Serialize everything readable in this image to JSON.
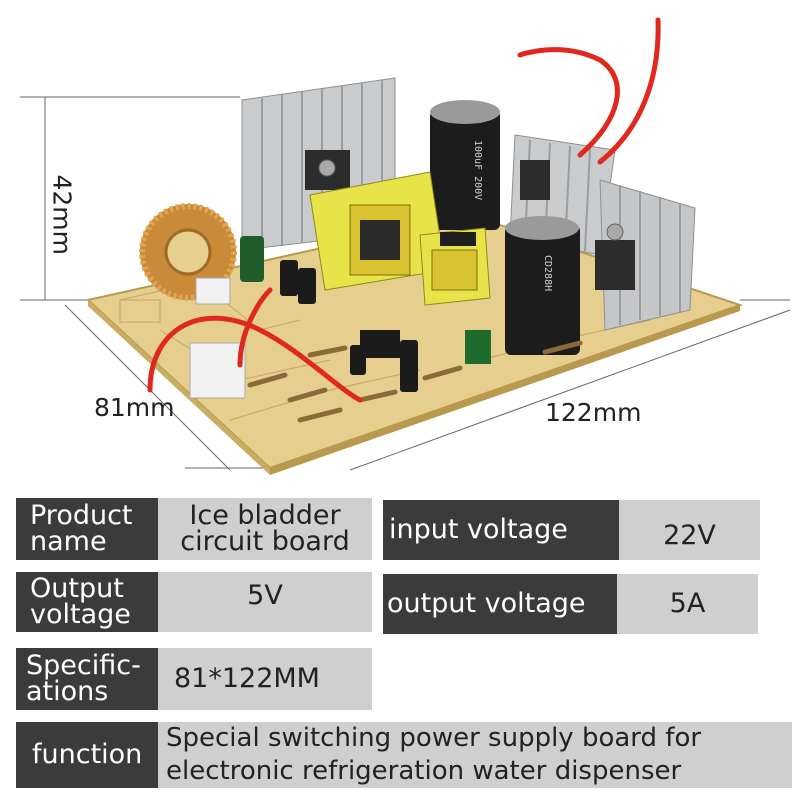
{
  "dimensions": {
    "height": "42mm",
    "depth": "81mm",
    "width": "122mm"
  },
  "specs": {
    "product_name_label": "Product\nname",
    "product_name_value": "Ice bladder\ncircuit board",
    "input_voltage_label": "input voltage",
    "input_voltage_value": "22V",
    "output_voltage_label": "Output\nvoltage",
    "output_voltage_value": "5V",
    "output_voltage2_label": "output voltage",
    "output_voltage2_value": "5A",
    "specifications_label": "Specific-\nations",
    "specifications_value": "81*122MM",
    "function_label": "function",
    "function_value": "Special switching power supply board for\nelectronic refrigeration water dispenser"
  },
  "colors": {
    "label_bg": "#3b3b3b",
    "value_bg": "#cfcfcf",
    "pcb": "#e6cf8e",
    "wire": "#e0281e"
  }
}
